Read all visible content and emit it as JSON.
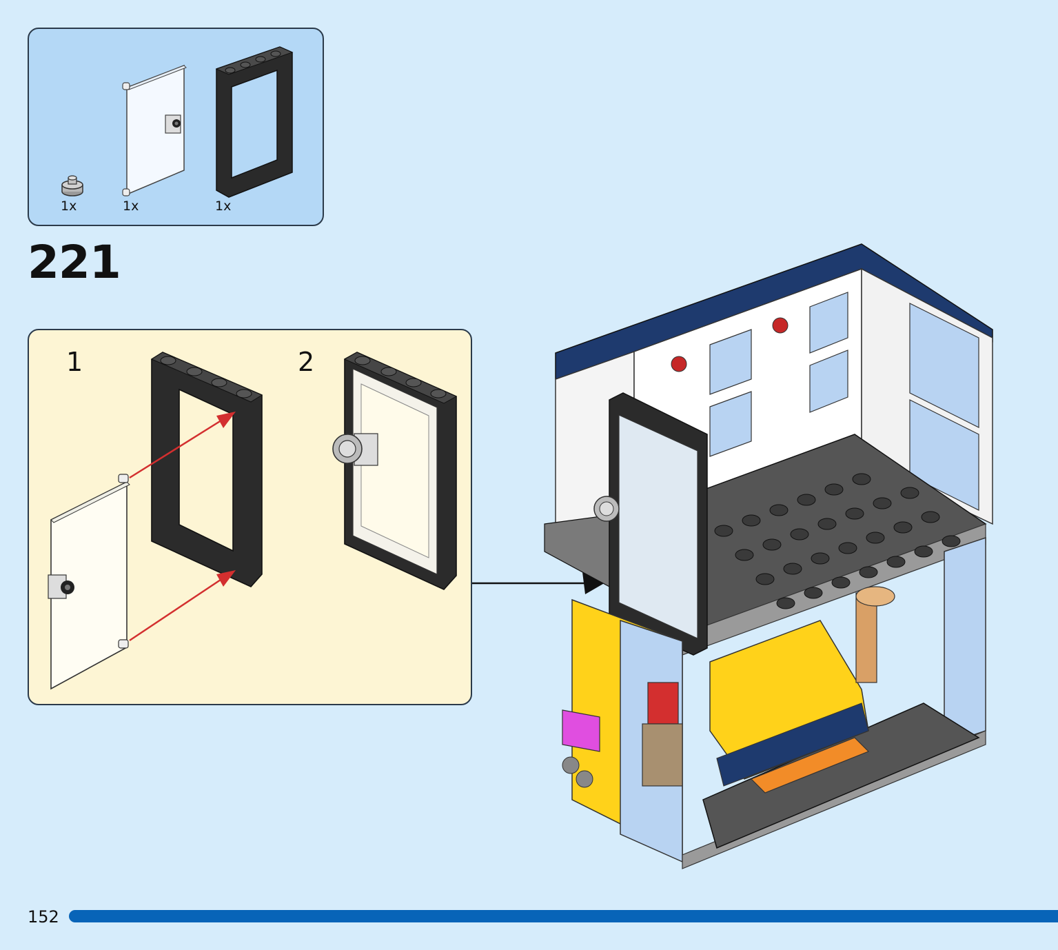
{
  "parts_list": {
    "items": [
      {
        "quantity": "1x",
        "part": "round-plate-icon"
      },
      {
        "quantity": "1x",
        "part": "transparent-door-icon"
      },
      {
        "quantity": "1x",
        "part": "black-door-frame-icon"
      }
    ]
  },
  "step": {
    "number": "221"
  },
  "sub_assembly": {
    "steps": [
      {
        "label": "1"
      },
      {
        "label": "2"
      }
    ]
  },
  "page": {
    "number": "152"
  },
  "colors": {
    "background": "#d6ecfb",
    "parts_panel": "#b4d8f6",
    "sub_panel": "#fdf5d4",
    "page_bar": "#0864b8",
    "arrow": "#d32f2f"
  }
}
